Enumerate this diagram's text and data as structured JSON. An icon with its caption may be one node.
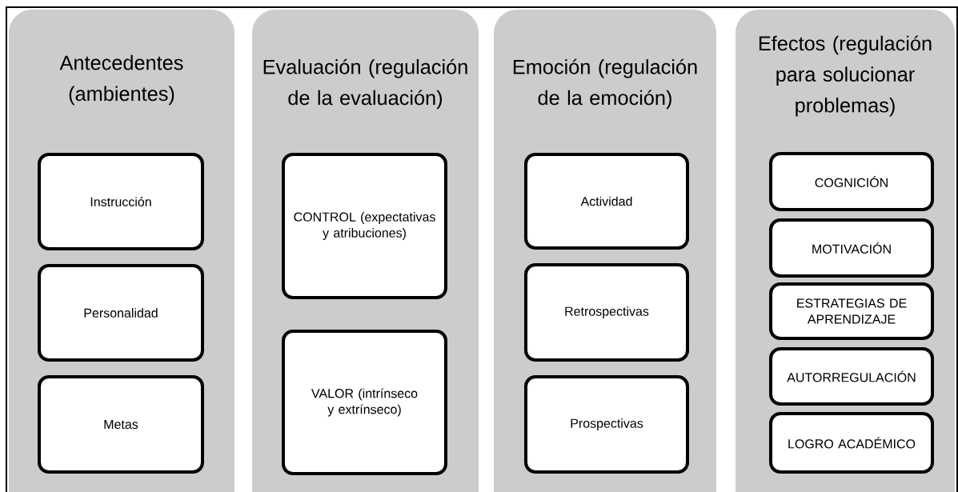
{
  "diagram": {
    "nodes": [
      {
        "text": [
          "Antecedentes (ambientes)"
        ]
      },
      {
        "text": [
          "Instrucción"
        ],
        "in": 0
      },
      {
        "text": [
          "Personalidad"
        ],
        "in": 0
      },
      {
        "text": [
          "Metas"
        ],
        "in": 0
      },
      {
        "text": [
          "Evaluación (regulación de la evaluación)"
        ]
      },
      {
        "text": [
          "CONTROL (expectativas y atribuciones)"
        ],
        "in": 4
      },
      {
        "text": [
          "VALOR (intrínseco y extrínseco)"
        ],
        "in": 4
      },
      {
        "text": [
          "Emoción (regulación de la emoción)"
        ]
      },
      {
        "text": [
          "Actividad"
        ],
        "in": 7
      },
      {
        "text": [
          "Retrospectivas"
        ],
        "in": 7
      },
      {
        "text": [
          "Prospectivas"
        ],
        "in": 7
      },
      {
        "text": [
          "Efectos (regulación para solucionar problemas)"
        ]
      },
      {
        "text": [
          "COGNICIÓN"
        ],
        "in": 11
      },
      {
        "text": [
          "MOTIVACIÓN"
        ],
        "in": 11
      },
      {
        "text": [
          "ESTRATEGIAS DE APRENDIZAJE"
        ],
        "in": 11
      },
      {
        "text": [
          "AUTORREGULACIÓN"
        ],
        "in": 11
      },
      {
        "text": [
          "LOGRO ACADÉMICO"
        ],
        "in": 11
      }
    ]
  }
}
